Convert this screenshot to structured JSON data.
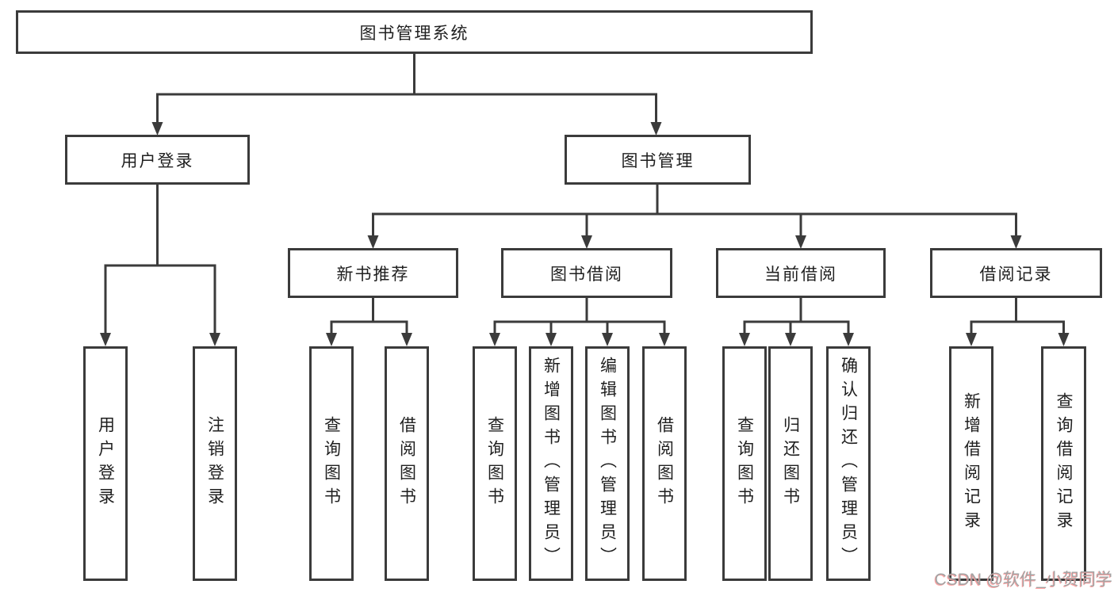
{
  "diagram": {
    "title": "图书管理系统",
    "tree": {
      "label": "图书管理系统",
      "children": [
        {
          "label": "用户登录",
          "children": [
            {
              "label": "用户登录"
            },
            {
              "label": "注销登录"
            }
          ]
        },
        {
          "label": "图书管理",
          "children": [
            {
              "label": "新书推荐",
              "children": [
                {
                  "label": "查询图书"
                },
                {
                  "label": "借阅图书"
                }
              ]
            },
            {
              "label": "图书借阅",
              "children": [
                {
                  "label": "查询图书"
                },
                {
                  "label": "新增图书（管理员）"
                },
                {
                  "label": "编辑图书（管理员）"
                },
                {
                  "label": "借阅图书"
                }
              ]
            },
            {
              "label": "当前借阅",
              "children": [
                {
                  "label": "查询图书"
                },
                {
                  "label": "归还图书"
                },
                {
                  "label": "确认归还（管理员）"
                }
              ]
            },
            {
              "label": "借阅记录",
              "children": [
                {
                  "label": "新增借阅记录"
                },
                {
                  "label": "查询借阅记录"
                }
              ]
            }
          ]
        }
      ]
    }
  },
  "watermark": {
    "text": "CSDN @软件_小贺同学"
  },
  "colors": {
    "line": "#3b3b3b",
    "text": "#1f1f1f",
    "box_bg": "#ffffff",
    "page_bg": "#ffffff",
    "watermark": "#9d9d9d",
    "watermark_accent": "#ff9b9b"
  }
}
